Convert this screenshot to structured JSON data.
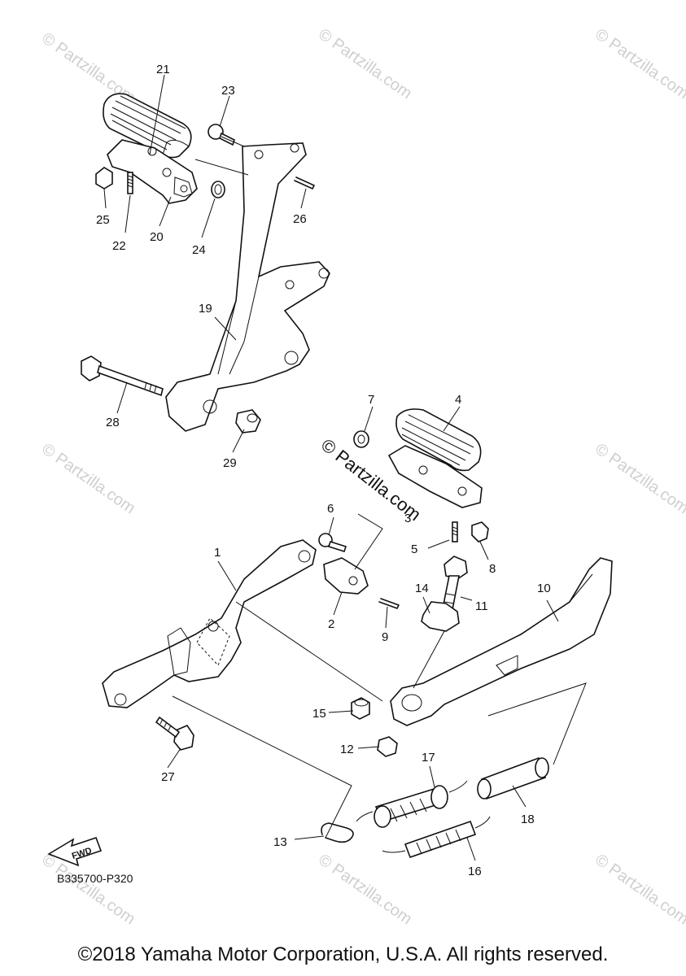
{
  "watermark": {
    "text": "© Partzilla.com",
    "center_text": "© Partzilla.com"
  },
  "parts": {
    "p1": "1",
    "p2": "2",
    "p3": "3",
    "p4": "4",
    "p5": "5",
    "p6": "6",
    "p7": "7",
    "p8": "8",
    "p9": "9",
    "p10": "10",
    "p11": "11",
    "p12": "12",
    "p13": "13",
    "p14": "14",
    "p15": "15",
    "p16": "16",
    "p17": "17",
    "p18": "18",
    "p19": "19",
    "p20": "20",
    "p21": "21",
    "p22": "22",
    "p23": "23",
    "p24": "24",
    "p25": "25",
    "p26": "26",
    "p27": "27",
    "p28": "28",
    "p29": "29"
  },
  "fwd_label": "FWD",
  "diagram_code": "B335700-P320",
  "copyright": "©2018 Yamaha Motor Corporation, U.S.A. All rights reserved."
}
